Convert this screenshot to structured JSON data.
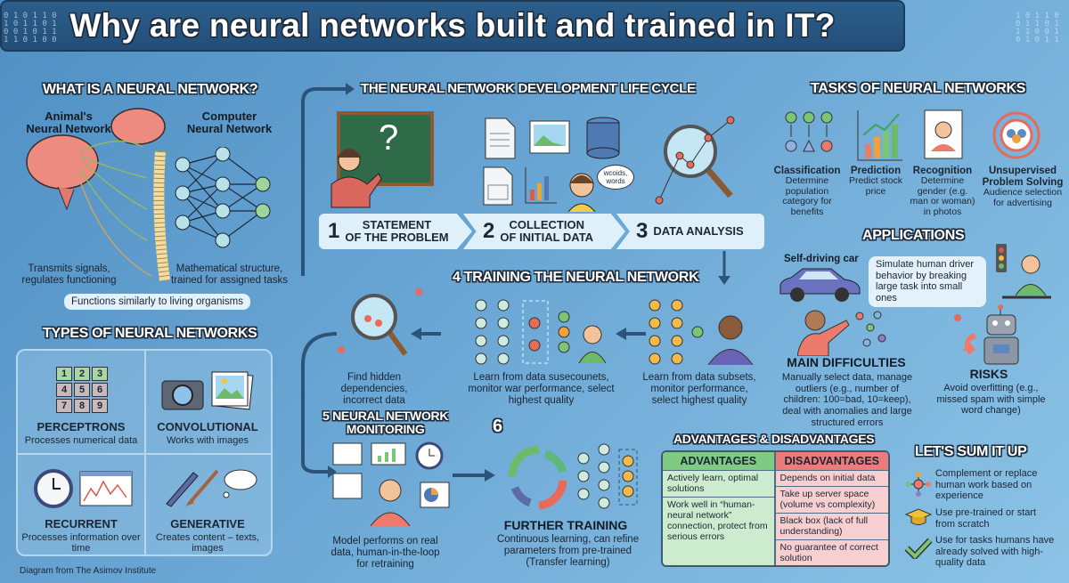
{
  "title": "Why are neural networks built and trained in IT?",
  "what_is": {
    "heading": "WHAT IS A NEURAL NETWORK?",
    "animal_label": "Animal's\nNeural Network",
    "computer_label": "Computer\nNeural Network",
    "animal_caption": "Transmits signals, regulates functioning",
    "computer_caption": "Mathematical structure, trained for assigned tasks",
    "callout": "Functions similarly to living organisms"
  },
  "types": {
    "heading": "TYPES OF NEURAL NETWORKS",
    "items": [
      {
        "title": "PERCEPTRONS",
        "desc": "Processes numerical data",
        "keypad": [
          "1",
          "2",
          "3",
          "4",
          "5",
          "6",
          "7",
          "8",
          "9"
        ]
      },
      {
        "title": "CONVOLUTIONAL",
        "desc": "Works with images"
      },
      {
        "title": "RECURRENT",
        "desc": "Processes information over time"
      },
      {
        "title": "GENERATIVE",
        "desc": "Creates content – texts, images"
      }
    ],
    "footer": "Diagram from The Asimov Institute"
  },
  "lifecycle": {
    "heading": "THE NEURAL NETWORK DEVELOPMENT LIFE CYCLE",
    "board_mark": "?",
    "speech": "wcoids, words",
    "steps": [
      {
        "num": "1",
        "label": "STATEMENT\nOF THE PROBLEM"
      },
      {
        "num": "2",
        "label": "COLLECTION\nOF INITIAL DATA"
      },
      {
        "num": "3",
        "label": "DATA ANALYSIS"
      }
    ],
    "training": {
      "heading": "4 TRAINING THE NEURAL NETWORK",
      "captions": [
        "Find hidden dependencies, incorrect data",
        "Learn from data susecounets, monitor war performance, select highest quality",
        "Learn from data subsets, monitor performance, select highest quality"
      ]
    },
    "monitoring": {
      "heading": "5 NEURAL NETWORK\nMONITORING",
      "caption": "Model performs on real data, human-in-the-loop for retraining"
    },
    "further": {
      "num": "6",
      "heading": "FURTHER TRAINING",
      "caption": "Continuous learning, can refine parameters from pre-trained (Transfer learning)"
    }
  },
  "tasks": {
    "heading": "TASKS OF NEURAL NETWORKS",
    "items": [
      {
        "title": "Classification",
        "desc": "Determine population category for benefits"
      },
      {
        "title": "Prediction",
        "desc": "Predict stock price"
      },
      {
        "title": "Recognition",
        "desc": "Determine gender (e.g. man or woman) in photos"
      },
      {
        "title": "Unsupervised Problem Solving",
        "desc": "Audience selection for advertising"
      }
    ]
  },
  "applications": {
    "heading": "APPLICATIONS",
    "car_label": "Self-driving car",
    "car_bubble": "Simulate human driver behavior by breaking large task into small ones",
    "difficulties": {
      "title": "MAIN DIFFICULTIES",
      "desc": "Manually select data, manage outliers (e.g., number of children: 100=bad, 10=keep), deal with anomalies and large structured errors"
    },
    "risks": {
      "title": "RISKS",
      "desc": "Avoid overfitting (e.g., missed spam with simple word change)"
    }
  },
  "pros_cons": {
    "heading": "ADVANTAGES & DISADVANTAGES",
    "advantages_header": "ADVANTAGES",
    "disadvantages_header": "DISADVANTAGES",
    "advantages": [
      "Actively learn, optimal solutions",
      "Work well in “human-neural network” connection, protect from serious errors"
    ],
    "disadvantages": [
      "Depends on initial data",
      "Take up server space (volume vs complexity)",
      "Black box (lack of full understanding)",
      "No guarantee of correct solution"
    ],
    "colors": {
      "advantages": "#cdeccf",
      "advantages_header": "#7fcb84",
      "disadvantages": "#f7cfd0",
      "disadvantages_header": "#ec7b7b"
    }
  },
  "summary": {
    "heading": "LET'S SUM IT UP",
    "items": [
      {
        "icon": "network-nodes-icon",
        "text": "Complement or replace human work based on experience"
      },
      {
        "icon": "graduation-cap-icon",
        "text": "Use pre-trained or start from scratch"
      },
      {
        "icon": "checkmark-icon",
        "text": "Use for tasks humans have already solved with high-quality data"
      }
    ]
  }
}
